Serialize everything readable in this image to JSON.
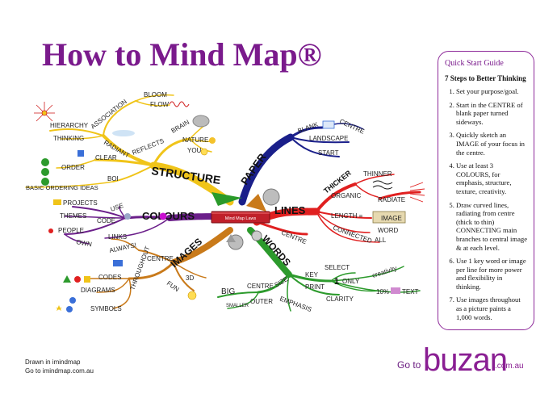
{
  "title": "How to Mind Map®",
  "center_label": "Mind Map Laws",
  "colors": {
    "purple": "#7a1a8c",
    "structure": "#f0c419",
    "paper": "#1a1f8a",
    "lines": "#e02020",
    "words": "#2c9a2c",
    "images": "#c97a1a",
    "colours": "#6b1f8a"
  },
  "branches": {
    "structure": {
      "label": "STRUCTURE",
      "words": [
        "HIERARCHY",
        "ASSOCIATION",
        "BLOOM",
        "FLOW",
        "RADIANT",
        "THINKING",
        "REFLECTS",
        "BRAIN",
        "NATURE",
        "YOU",
        "CLEAR",
        "ORDER",
        "BOI",
        "BASIC ORDERING IDEAS"
      ]
    },
    "paper": {
      "label": "PAPER",
      "words": [
        "BLANK",
        "CENTRE",
        "LANDSCAPE",
        "START"
      ]
    },
    "lines": {
      "label": "LINES",
      "words": [
        "THICKER",
        "THINNER",
        "ORGANIC",
        "RADIATE",
        "LENGTH =",
        "IMAGE",
        "WORD",
        "CONNECTED",
        "ALL",
        "CENTRE"
      ]
    },
    "words": {
      "label": "WORDS",
      "words": [
        "KEY",
        "SELECT",
        "1",
        "ONLY",
        "creativity",
        "10%",
        "TEXT",
        "PRINT",
        "CLARITY",
        "SIZE",
        "CENTRE",
        "BIG",
        "OUTER",
        "SMALLER",
        "EMPHASIS"
      ]
    },
    "images": {
      "label": "IMAGES",
      "words": [
        "CENTRE",
        "ALWAYS!",
        "CODES",
        "THROUGHOUT",
        "DIAGRAMS",
        "SYMBOLS",
        "FUN",
        "3D"
      ]
    },
    "colours": {
      "label": "COLOURS",
      "words": [
        "USE",
        "PROJECTS",
        "THEMES",
        "CODE",
        "PEOPLE",
        "OWN",
        "LINKS"
      ]
    }
  },
  "quick_start": {
    "heading": "Quick Start Guide",
    "subheading": "7 Steps to Better Thinking",
    "steps": [
      "Set your purpose/goal.",
      "Start in the CENTRE of blank paper turned sideways.",
      "Quickly sketch an IMAGE of your focus in the centre.",
      "Use at least 3 COLOURS, for emphasis, structure, texture, creativity.",
      "Draw curved lines, radiating from centre (thick to thin) CONNECTING main branches to central image & at each level.",
      "Use 1 key word or image per line for more power and flexibility in thinking.",
      "Use images throughout as a picture paints a 1,000 words."
    ]
  },
  "footer": {
    "drawn_line1": "Drawn in imindmap",
    "drawn_line2": "Go to imindmap.com.au",
    "goto": "Go to",
    "brand": "buzan",
    "domain": ".com.au"
  }
}
